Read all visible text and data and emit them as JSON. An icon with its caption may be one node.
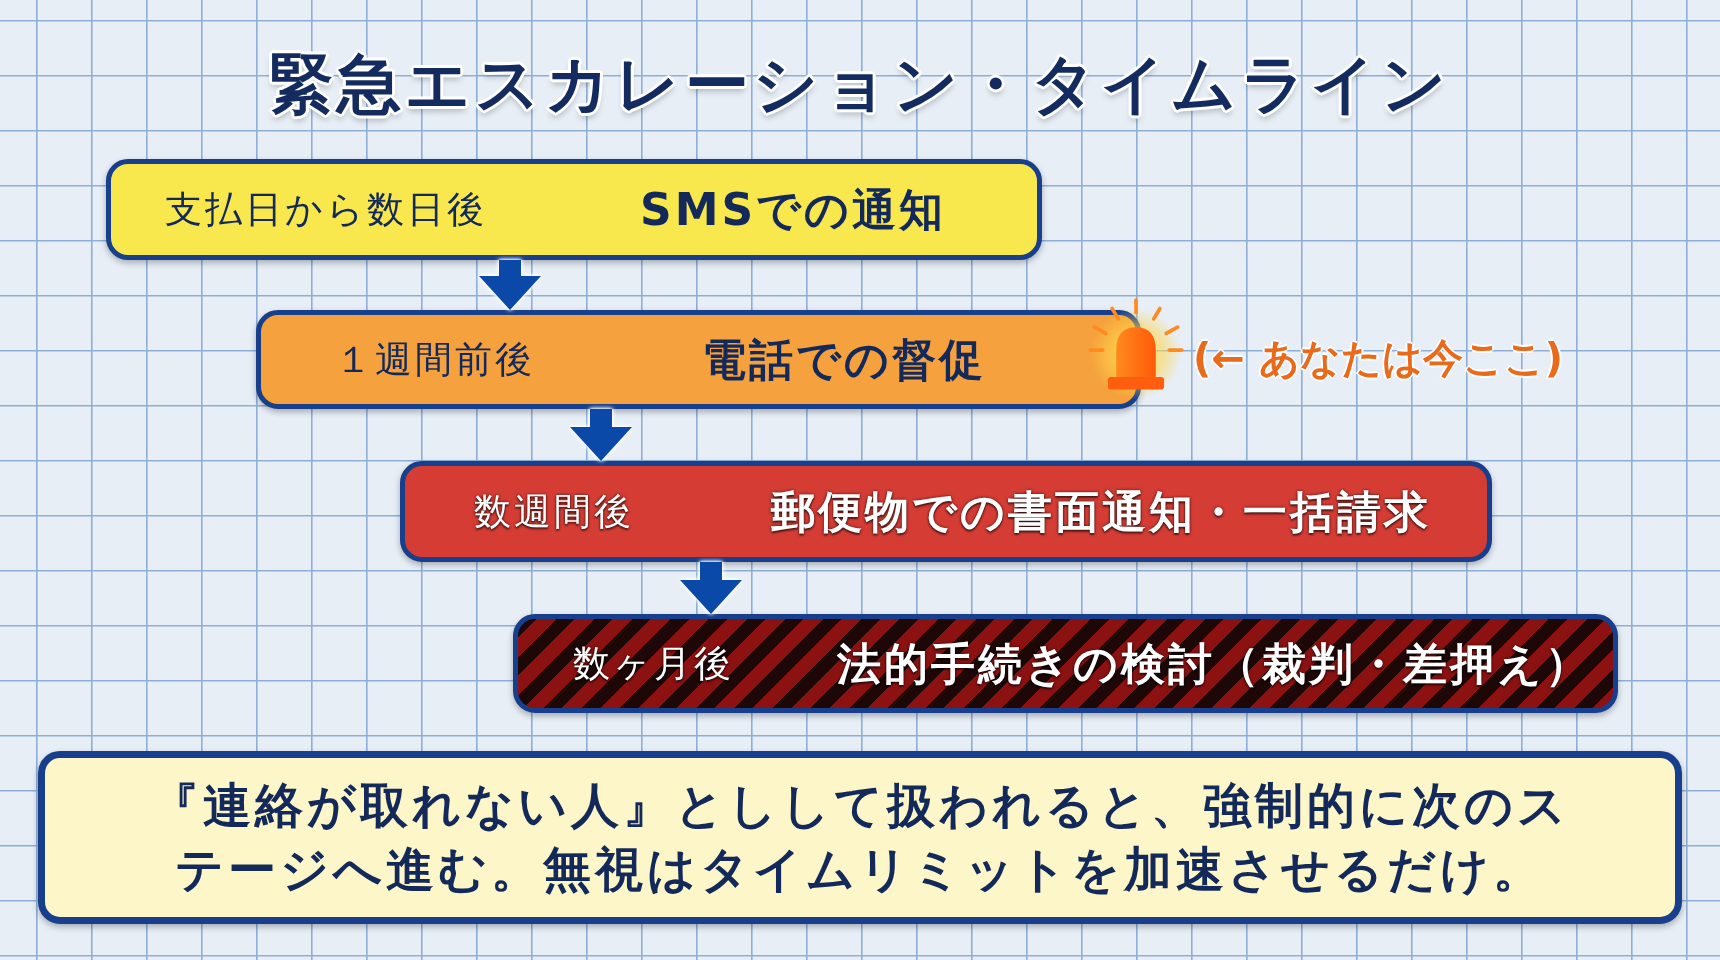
{
  "diagram": {
    "title": "緊急エスカレーション・タイムライン",
    "nodes": [
      {
        "text": [
          "支払日から数日後",
          "SMSでの通知"
        ]
      },
      {
        "text": [
          "１週間前後",
          "電話での督促"
        ],
        "beside": [
          "(← あなたは今ここ)"
        ]
      },
      {
        "text": [
          "数週間後",
          "郵便物での書面通知・一括請求"
        ]
      },
      {
        "text": [
          "数ヶ月後",
          "法的手続きの検討（裁判・差押え）"
        ]
      },
      {
        "text": [
          "『連絡が取れない人』としして扱われると、強制的に次のステージへ進む。無視はタイムリミットを加速させるだけ。"
        ]
      }
    ],
    "edges": [
      {
        "from": 0,
        "to": 1,
        "arrow": "to"
      },
      {
        "from": 1,
        "to": 2,
        "arrow": "to"
      },
      {
        "from": 2,
        "to": 3,
        "arrow": "to"
      }
    ]
  }
}
